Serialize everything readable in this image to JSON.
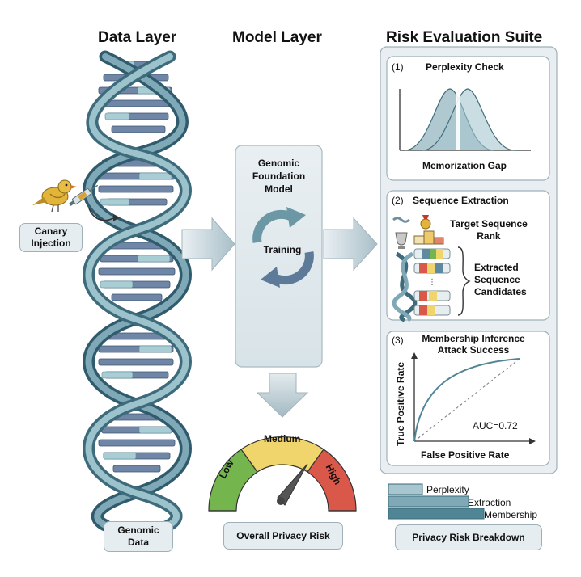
{
  "columns": {
    "data_layer": "Data Layer",
    "model_layer": "Model Layer",
    "risk_suite": "Risk Evaluation Suite"
  },
  "data_layer": {
    "canary_label_1": "Canary",
    "canary_label_2": "Injection",
    "genomic_label_1": "Genomic",
    "genomic_label_2": "Data"
  },
  "model_layer": {
    "model_title_1": "Genomic",
    "model_title_2": "Foundation",
    "model_title_3": "Model",
    "training_label": "Training",
    "gauge": {
      "low": "Low",
      "medium": "Medium",
      "high": "High"
    },
    "overall_label": "Overall Privacy Risk"
  },
  "risk_suite": {
    "perplexity": {
      "number": "(1)",
      "title": "Perplexity Check",
      "caption": "Memorization Gap"
    },
    "extraction": {
      "number": "(2)",
      "title": "Sequence Extraction",
      "rank_label_1": "Target Sequence",
      "rank_label_2": "Rank",
      "candidates_1": "Extracted",
      "candidates_2": "Sequence",
      "candidates_3": "Candidates"
    },
    "membership": {
      "number": "(3)",
      "title_1": "Membership Inference",
      "title_2": "Attack Success",
      "y_label": "True Positive Rate",
      "x_label": "False Positive Rate",
      "auc": "AUC=0.72"
    },
    "breakdown": {
      "bars": [
        {
          "label": "Perplexity",
          "value": 0.22
        },
        {
          "label": "Extraction",
          "value": 0.52
        },
        {
          "label": "Membership",
          "value": 0.62
        }
      ],
      "label": "Privacy Risk Breakdown"
    }
  },
  "colors": {
    "teal": "#4f8594",
    "teal_light": "#9fc3cc",
    "gauge_low": "#74b64d",
    "gauge_medium": "#efd56b",
    "gauge_high": "#d9584a"
  }
}
